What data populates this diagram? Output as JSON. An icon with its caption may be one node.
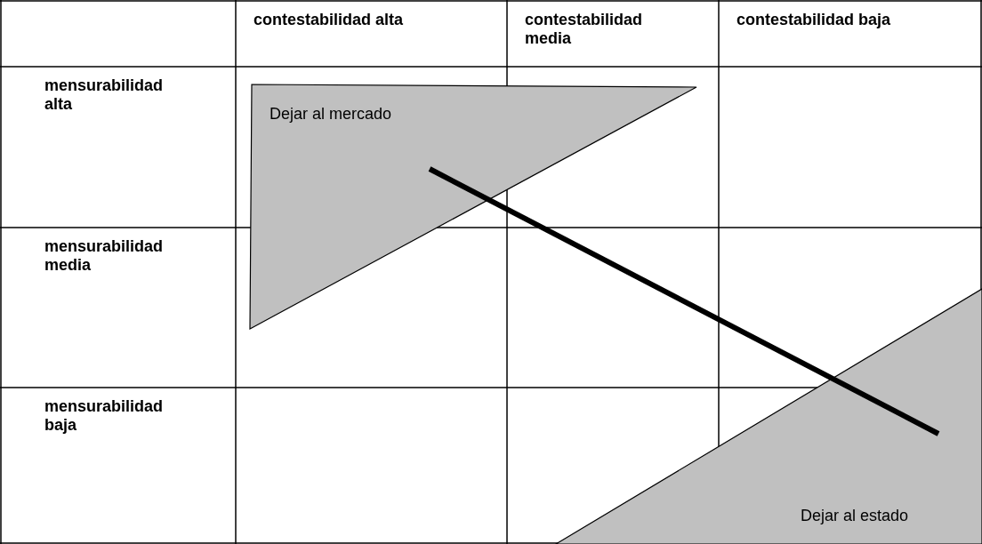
{
  "diagram": {
    "nodes": [
      {
        "text": [
          "Dejar al mercado"
        ]
      },
      {
        "text": [
          "Dejar al estado"
        ]
      }
    ],
    "edges": [
      {
        "from": 0,
        "to": 1,
        "arrow": "none"
      }
    ],
    "labels": [
      "contestabilidad alta",
      "contestabilidad media",
      "contestabilidad baja",
      "mensurabilidad alta",
      "mensurabilidad media",
      "mensurabilidad baja"
    ]
  }
}
